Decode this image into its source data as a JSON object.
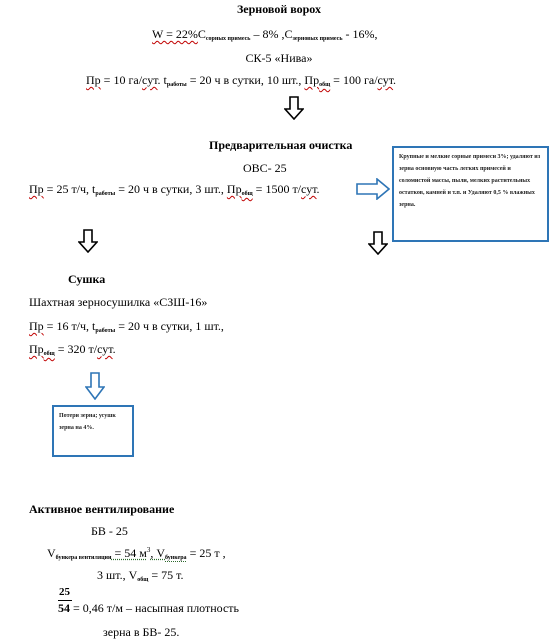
{
  "section1": {
    "title": "Зерновой ворох",
    "line1": {
      "w": "W = 22%",
      "c": "C",
      "c_sub1": "сорных примесь",
      "v1": " – 8% ,C",
      "c_sub2": "зерновых примесь",
      "v2": " - 16%,"
    },
    "machine": "СК-5 «Нива»",
    "line3": {
      "p1": "Пр",
      "p1v": " = 10 га/",
      "p1u": "сут",
      "t": ". t",
      "t_sub": "работы",
      "tv": " = 20 ч в сутки, 10 шт., ",
      "p2": "Пр",
      "p2_sub": "общ",
      "p2v": " = 100 га/",
      "p2u": "сут",
      "end": "."
    }
  },
  "section2": {
    "title": "Предварительная очистка",
    "machine": "ОВС- 25",
    "line": {
      "p1": "Пр",
      "p1v": " = 25 т/ч, t",
      "t_sub": "работы",
      "tv": " = 20 ч в сутки, 3 шт., ",
      "p2": "Пр",
      "p2_sub": "общ",
      "p2v": " = 1500 т/",
      "p2u": "сут",
      "end": "."
    },
    "note": "Крупные и мелкие сорные примеси 3%; удаляют из зерна основную часть легких примесей и соломистой массы, пыли, мелких растительных остатков, камней и т.п. и Удаляют 0,5 % влажных зерна."
  },
  "section3": {
    "title": "Сушка",
    "machine": "Шахтная зерносушилка «СЗШ-16»",
    "line1": {
      "p": "Пр",
      "pv": " = 16 т/ч, t",
      "t_sub": "работы",
      "tv": " = 20 ч в сутки, 1 шт.,"
    },
    "line2": {
      "p": "Пр",
      "p_sub": "общ",
      "pv": " = 320 т/",
      "pu": "сут",
      "end": "."
    },
    "note": "Потери зерна; усушк зерна на 4%."
  },
  "section4": {
    "title": "Активное вентилирование",
    "machine": "БВ - 25",
    "line1": {
      "v1": "V",
      "v1_sub": "бункера вентиляции",
      "v1v": " = 54 м",
      "v1_sup": "3",
      "v2": ", V",
      "v2_sub": "бункера",
      "v2v": " = 25 т ,"
    },
    "line2": {
      "a": "3 шт., V",
      "a_sub": "общ",
      "av": " = 75 т."
    },
    "frac_num": "25",
    "frac_den": "54",
    "frac_text": " = 0,46 т/м – насыпная плотность",
    "last": "зерна в БВ- 25."
  },
  "colors": {
    "arrow_outline": "#000000",
    "arrow_blue": "#2e75b6",
    "note_border": "#2e75b6"
  }
}
